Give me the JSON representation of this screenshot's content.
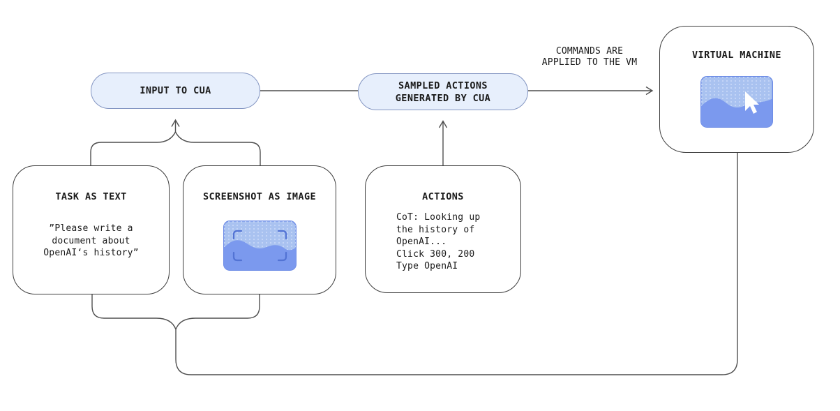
{
  "colors": {
    "pill-fill": "#e7effc",
    "pill-border": "#8395c2",
    "box-border": "#3d3d3d",
    "line": "#4f4f4f",
    "text": "#1a1a1a",
    "thumb-bg": "#a9c2f0",
    "thumb-dot": "#c6d7f8",
    "thumb-wave": "#7b99ee",
    "thumb-border": "#6e8de6",
    "bracket": "#5273d4",
    "cursor": "#ffffff"
  },
  "nodes": {
    "input_pill": {
      "label": "INPUT TO CUA"
    },
    "sampled_pill": {
      "label": "SAMPLED ACTIONS GENERATED BY CUA"
    },
    "vm_box": {
      "title": "VIRTUAL MACHINE",
      "icon": "vm-screen-with-cursor-icon"
    },
    "task_box": {
      "title": "TASK AS TEXT",
      "body": "”Please write a\ndocument about\nOpenAI‘s history”"
    },
    "screenshot_box": {
      "title": "SCREENSHOT AS IMAGE",
      "icon": "screenshot-viewfinder-icon"
    },
    "actions_box": {
      "title": "ACTIONS",
      "body": "CoT: Looking up\nthe history of\nOpenAI...\nClick 300, 200\nType OpenAI"
    }
  },
  "labels": {
    "commands": "COMMANDS ARE\nAPPLIED TO THE VM"
  }
}
